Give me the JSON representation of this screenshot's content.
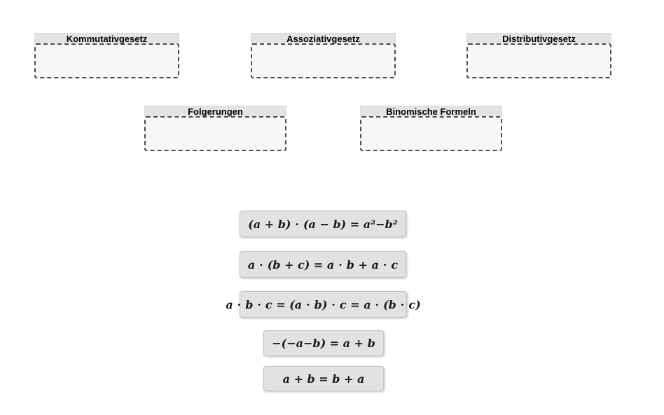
{
  "categories": [
    {
      "label": "Kommutativgesetz"
    },
    {
      "label": "Assoziativgesetz"
    },
    {
      "label": "Distributivgesetz"
    },
    {
      "label": "Folgerungen"
    },
    {
      "label": "Binomische Formeln"
    }
  ],
  "formulas": [
    {
      "text": "(a + b) ⋅ (a − b) = a²−b²"
    },
    {
      "text": "a ⋅ (b + c) = a ⋅ b + a ⋅ c"
    },
    {
      "text": "a ⋅ b ⋅ c = (a ⋅ b) ⋅ c = a ⋅ (b ⋅ c)"
    },
    {
      "text": "−(−a−b) = a + b"
    },
    {
      "text": "a + b = b + a"
    }
  ],
  "colors": {
    "page_background": "#ffffff",
    "category_header_background": "#e3e3e3",
    "category_header_text": "#000000",
    "dropzone_background": "#f7f7f7",
    "dropzone_border": "#4d4d4d",
    "card_background": "#e2e2e2",
    "card_border": "#c3c3c3",
    "formula_text": "#1a1a1a"
  }
}
